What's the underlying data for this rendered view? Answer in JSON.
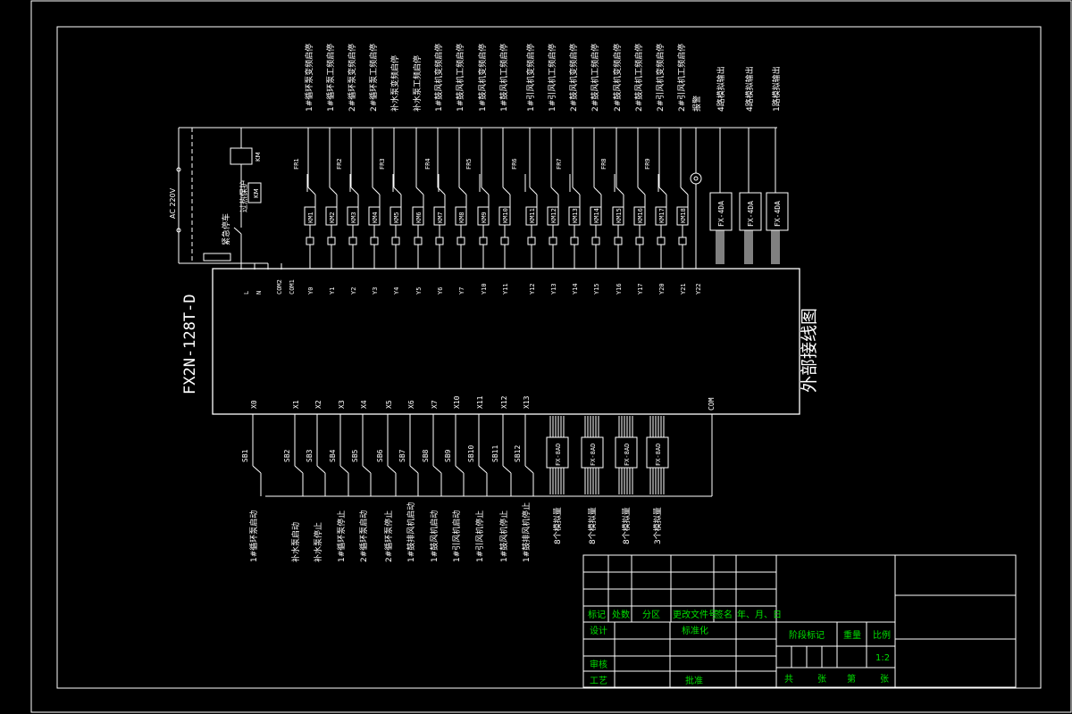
{
  "diagram": {
    "plc_model": "FX2N-128T-D",
    "title": "外部接线图",
    "supply_label": "AC 220V",
    "estop_label": "紧急停车",
    "overload_label": "过热保护",
    "km_label": "KM",
    "coil_km_label": "KM",
    "top_outputs": [
      {
        "label": "1#循环泵变频启停",
        "coil": "KM1",
        "term": "Y0"
      },
      {
        "label": "1#循环泵工频启停",
        "coil": "KM2",
        "term": "Y1"
      },
      {
        "label": "2#循环泵变频启停",
        "coil": "KM3",
        "term": "Y2"
      },
      {
        "label": "2#循环泵工频启停",
        "coil": "KM4",
        "term": "Y3"
      },
      {
        "label": "补水泵变频启停",
        "coil": "KM5",
        "term": "Y4"
      },
      {
        "label": "补水泵工频启停",
        "coil": "KM6",
        "term": "Y5"
      },
      {
        "label": "1#鼓风机变频启停",
        "coil": "KM7",
        "term": "Y6"
      },
      {
        "label": "1#鼓风机工频启停",
        "coil": "KM8",
        "term": "Y7"
      },
      {
        "label": "1#鼓风机变频启停",
        "coil": "KM9",
        "term": "Y10"
      },
      {
        "label": "1#鼓风机工频启停",
        "coil": "KM10",
        "term": "Y11"
      },
      {
        "label": "1#引风机变频启停",
        "coil": "KM11",
        "term": "Y12"
      },
      {
        "label": "1#引风机工频启停",
        "coil": "KM12",
        "term": "Y13"
      },
      {
        "label": "2#鼓风机变频启停",
        "coil": "KM13",
        "term": "Y14"
      },
      {
        "label": "2#鼓风机工频启停",
        "coil": "KM14",
        "term": "Y15"
      },
      {
        "label": "2#鼓风机变频启停",
        "coil": "KM15",
        "term": "Y16"
      },
      {
        "label": "2#鼓风机工频启停",
        "coil": "KM16",
        "term": "Y17"
      },
      {
        "label": "2#引风机变频启停",
        "coil": "KM17",
        "term": "Y20"
      },
      {
        "label": "2#引风机工频启停",
        "coil": "KM18",
        "term": "Y21"
      },
      {
        "label": "报警",
        "coil": "",
        "term": "Y22"
      },
      {
        "label": "4路模拟输出",
        "coil": "",
        "term": ""
      },
      {
        "label": "4路模拟输出",
        "coil": "",
        "term": ""
      },
      {
        "label": "1路模拟输出",
        "coil": "",
        "term": ""
      }
    ],
    "relay_labels": [
      "FR1",
      "FR2",
      "FR3",
      "FR4",
      "FR5",
      "FR6",
      "FR7",
      "FR8",
      "FR9"
    ],
    "top_left_terms": [
      "L",
      "N",
      "COM2",
      "COM1"
    ],
    "output_modules": [
      "FX-4DA",
      "FX-4DA",
      "FX-4DA"
    ],
    "inputs": [
      {
        "term": "X0",
        "button": "SB1",
        "label": "1#循环泵启动"
      },
      {
        "term": "X1",
        "button": "SB2",
        "label": "补水泵启动"
      },
      {
        "term": "X2",
        "button": "SB3",
        "label": "补水泵停止"
      },
      {
        "term": "X3",
        "button": "SB4",
        "label": "1#循环泵停止"
      },
      {
        "term": "X4",
        "button": "SB5",
        "label": "2#循环泵启动"
      },
      {
        "term": "X5",
        "button": "SB6",
        "label": "2#循环泵停止"
      },
      {
        "term": "X6",
        "button": "SB7",
        "label": "1#鼓排风机启动"
      },
      {
        "term": "X7",
        "button": "SB8",
        "label": "1#鼓风机启动"
      },
      {
        "term": "X10",
        "button": "SB9",
        "label": "1#引风机启动"
      },
      {
        "term": "X11",
        "button": "SB10",
        "label": "1#引风机停止"
      },
      {
        "term": "X12",
        "button": "SB11",
        "label": "1#鼓风机停止"
      },
      {
        "term": "X13",
        "button": "SB12",
        "label": "1#鼓排风机停止"
      }
    ],
    "input_modules": [
      {
        "name": "FX-8AD",
        "label": "8个模拟量"
      },
      {
        "name": "FX-8AD",
        "label": "8个模拟量"
      },
      {
        "name": "FX-8AD",
        "label": "8个模拟量"
      },
      {
        "name": "FX-8AD",
        "label": "3个模拟量"
      }
    ],
    "com_label": "COM"
  },
  "title_block": {
    "header_row": [
      "标记",
      "处数",
      "分区",
      "更改文件号",
      "签名",
      "年、月、日"
    ],
    "design": "设计",
    "standard": "标准化",
    "stage_mark": "阶段标记",
    "weight": "重量",
    "ratio_label": "比例",
    "ratio": "1:2",
    "review": "审核",
    "process": "工艺",
    "approve": "批准",
    "sheets_total": "共",
    "sheets_unit": "张",
    "sheet_no": "第",
    "sheet_unit2": "张"
  }
}
